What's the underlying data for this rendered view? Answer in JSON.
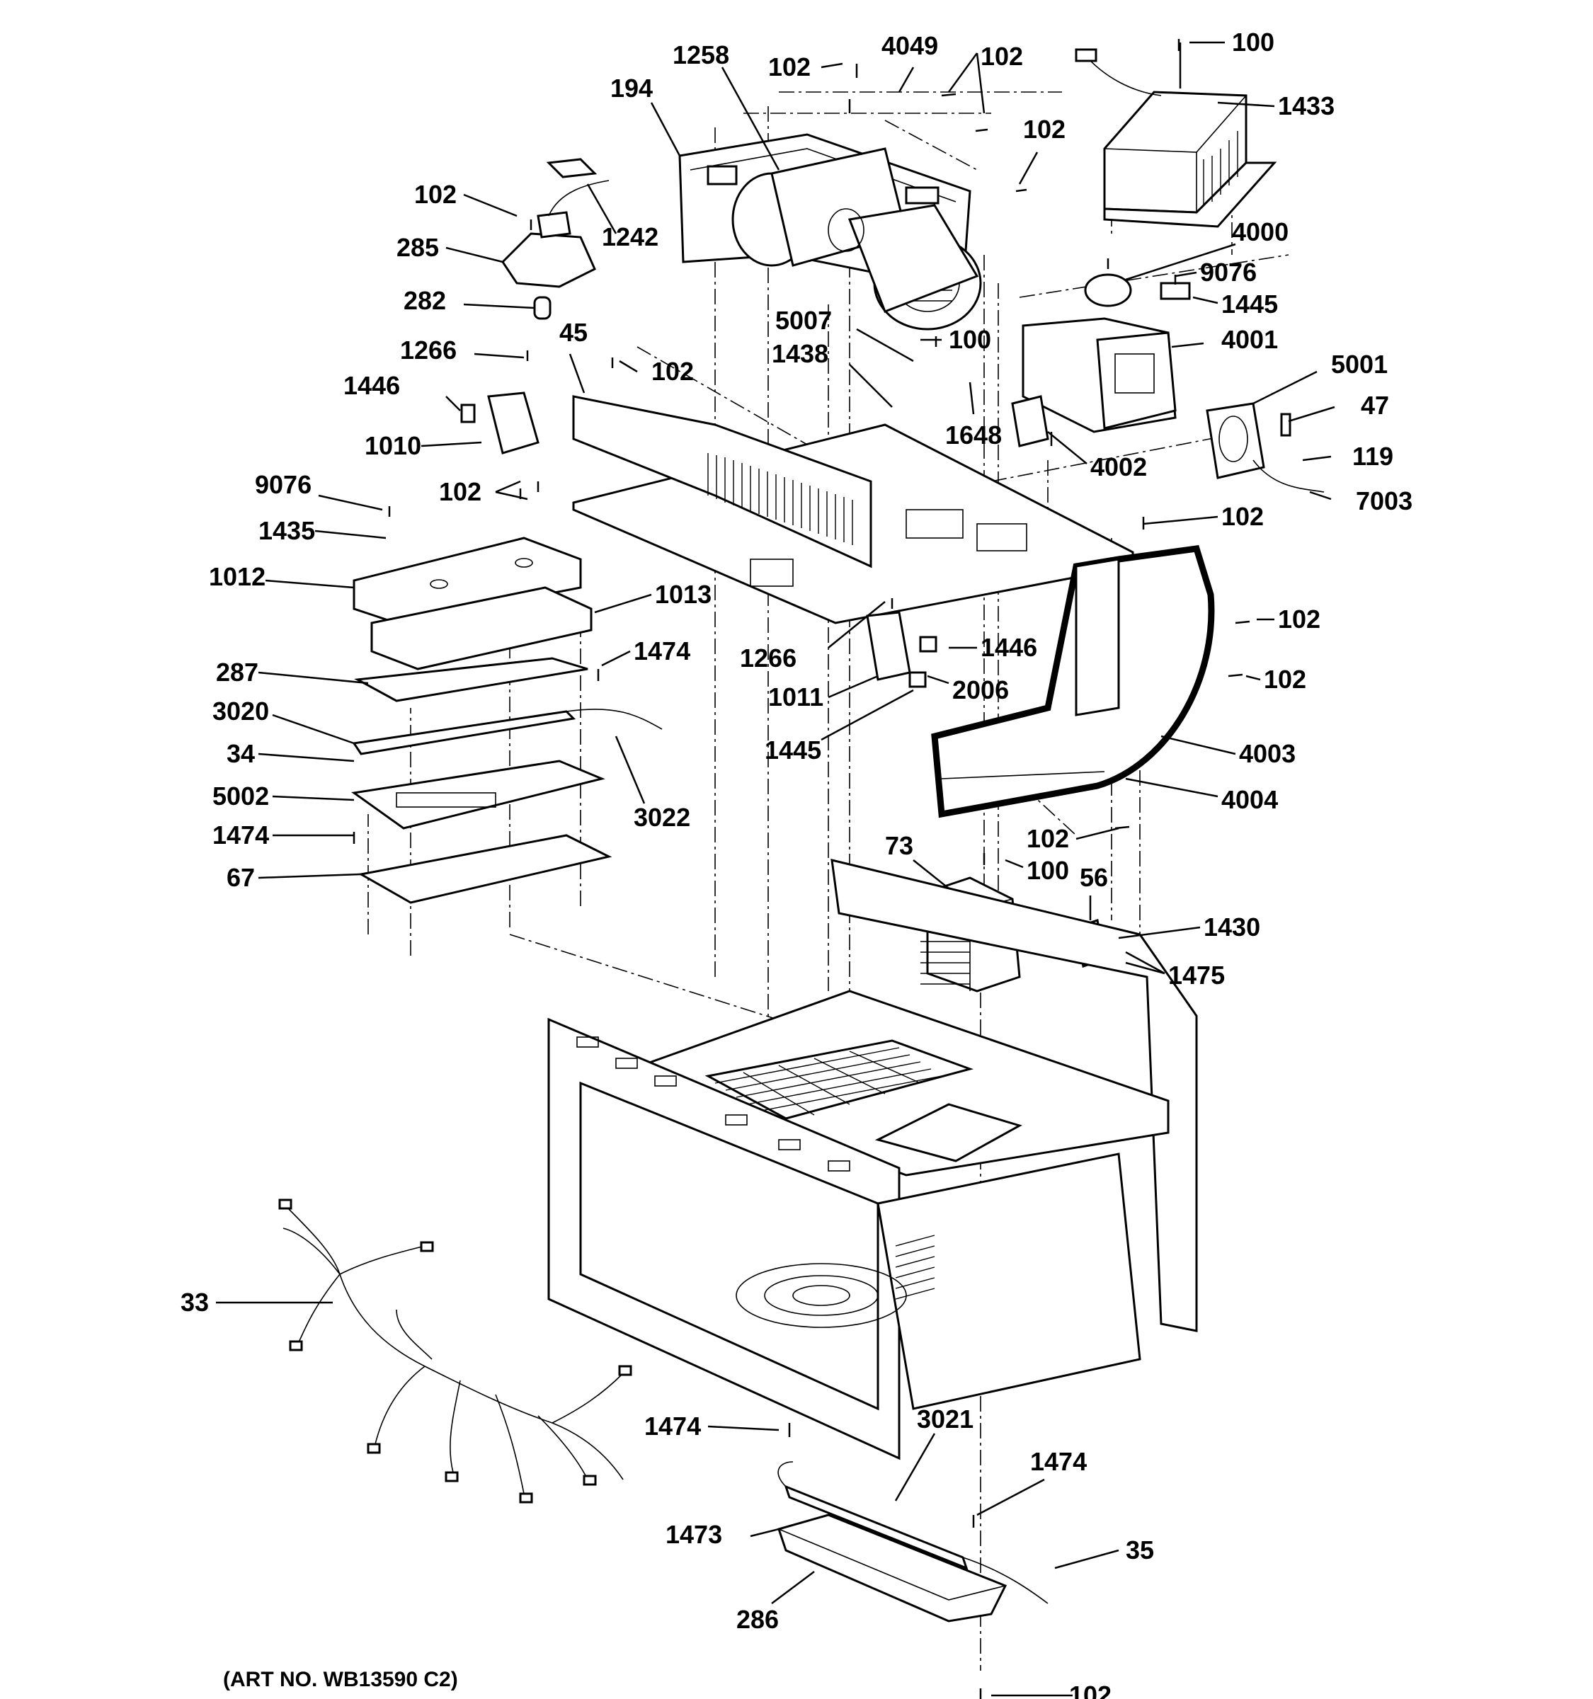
{
  "diagram": {
    "art_number": "(ART NO. WB13590 C2)",
    "callouts": [
      "100",
      "1433",
      "4049",
      "102",
      "102",
      "1258",
      "194",
      "102",
      "102",
      "1242",
      "285",
      "282",
      "4000",
      "9076",
      "1445",
      "5007",
      "100",
      "1438",
      "4001",
      "1648",
      "4002",
      "5001",
      "47",
      "119",
      "7003",
      "45",
      "102",
      "1266",
      "1446",
      "1010",
      "9076",
      "102",
      "1435",
      "1012",
      "1013",
      "102",
      "102",
      "102",
      "1266",
      "1446",
      "2006",
      "1011",
      "1445",
      "287",
      "1474",
      "3020",
      "34",
      "5002",
      "1474",
      "67",
      "3022",
      "4003",
      "4004",
      "102",
      "73",
      "100",
      "56",
      "1430",
      "1475",
      "33",
      "1474",
      "3021",
      "1474",
      "1473",
      "35",
      "286",
      "102"
    ]
  }
}
